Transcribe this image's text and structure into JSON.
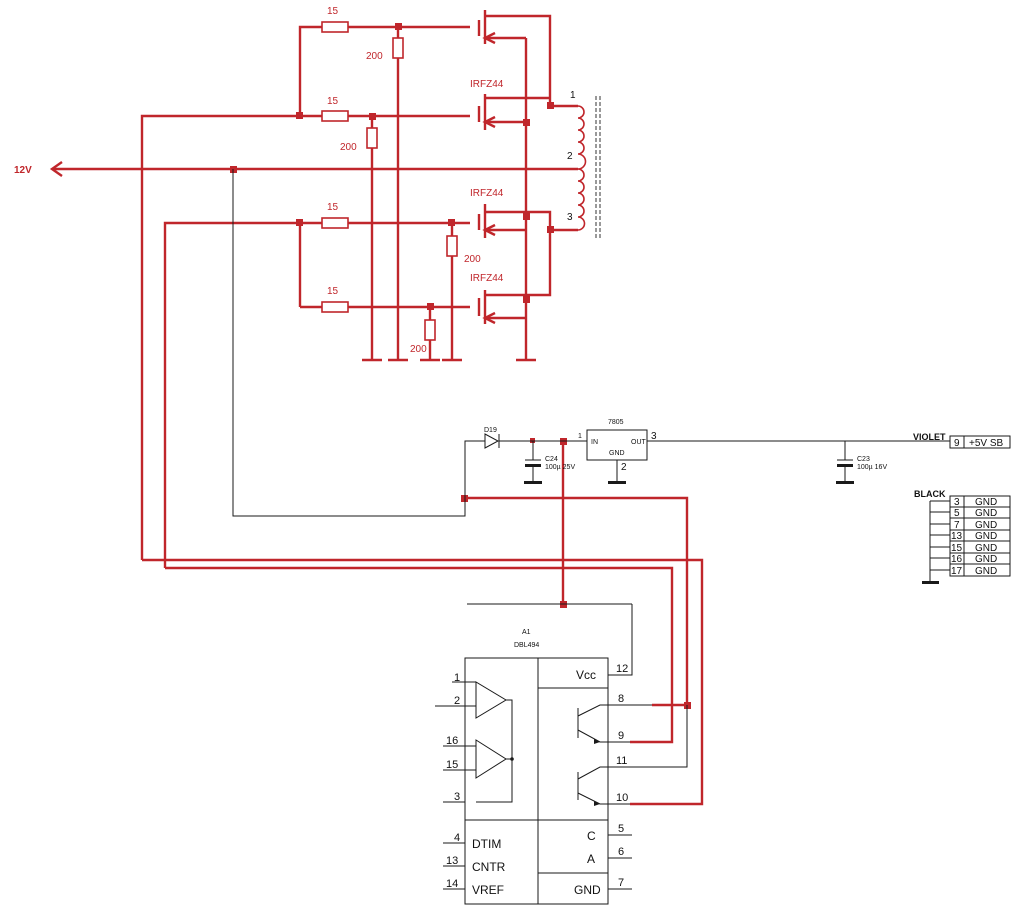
{
  "supply": {
    "label": "12V"
  },
  "mosfets": {
    "part": "IRFZ44"
  },
  "resistors": {
    "gate": "15",
    "pulldown": "200"
  },
  "transformer": {
    "pins": [
      "1",
      "2",
      "3"
    ]
  },
  "diode": {
    "ref": "D19"
  },
  "regulator": {
    "part": "7805",
    "in_label": "IN",
    "gnd_label": "GND",
    "out_label": "OUT",
    "pin_in": "1",
    "pin_gnd": "2",
    "pin_out": "3"
  },
  "caps": {
    "c24_ref": "C24",
    "c24_val": "100µ 25V",
    "c23_ref": "C23",
    "c23_val": "100µ 16V"
  },
  "connector": {
    "violet_label": "VIOLET",
    "sb_pin": "9",
    "sb_name": "+5V SB",
    "black_label": "BLACK",
    "gnd_pins": [
      "3",
      "5",
      "7",
      "13",
      "15",
      "16",
      "17"
    ],
    "gnd_name": "GND"
  },
  "ic": {
    "ref": "A1",
    "part": "DBL494",
    "left_pins": [
      "1",
      "2",
      "16",
      "15",
      "3",
      "4",
      "13",
      "14"
    ],
    "left_names": [
      "DTIM",
      "CNTR",
      "VREF"
    ],
    "right_pins": [
      "12",
      "8",
      "9",
      "11",
      "10",
      "5",
      "6",
      "7"
    ],
    "right_names": [
      "Vcc",
      "C",
      "A",
      "GND"
    ]
  }
}
